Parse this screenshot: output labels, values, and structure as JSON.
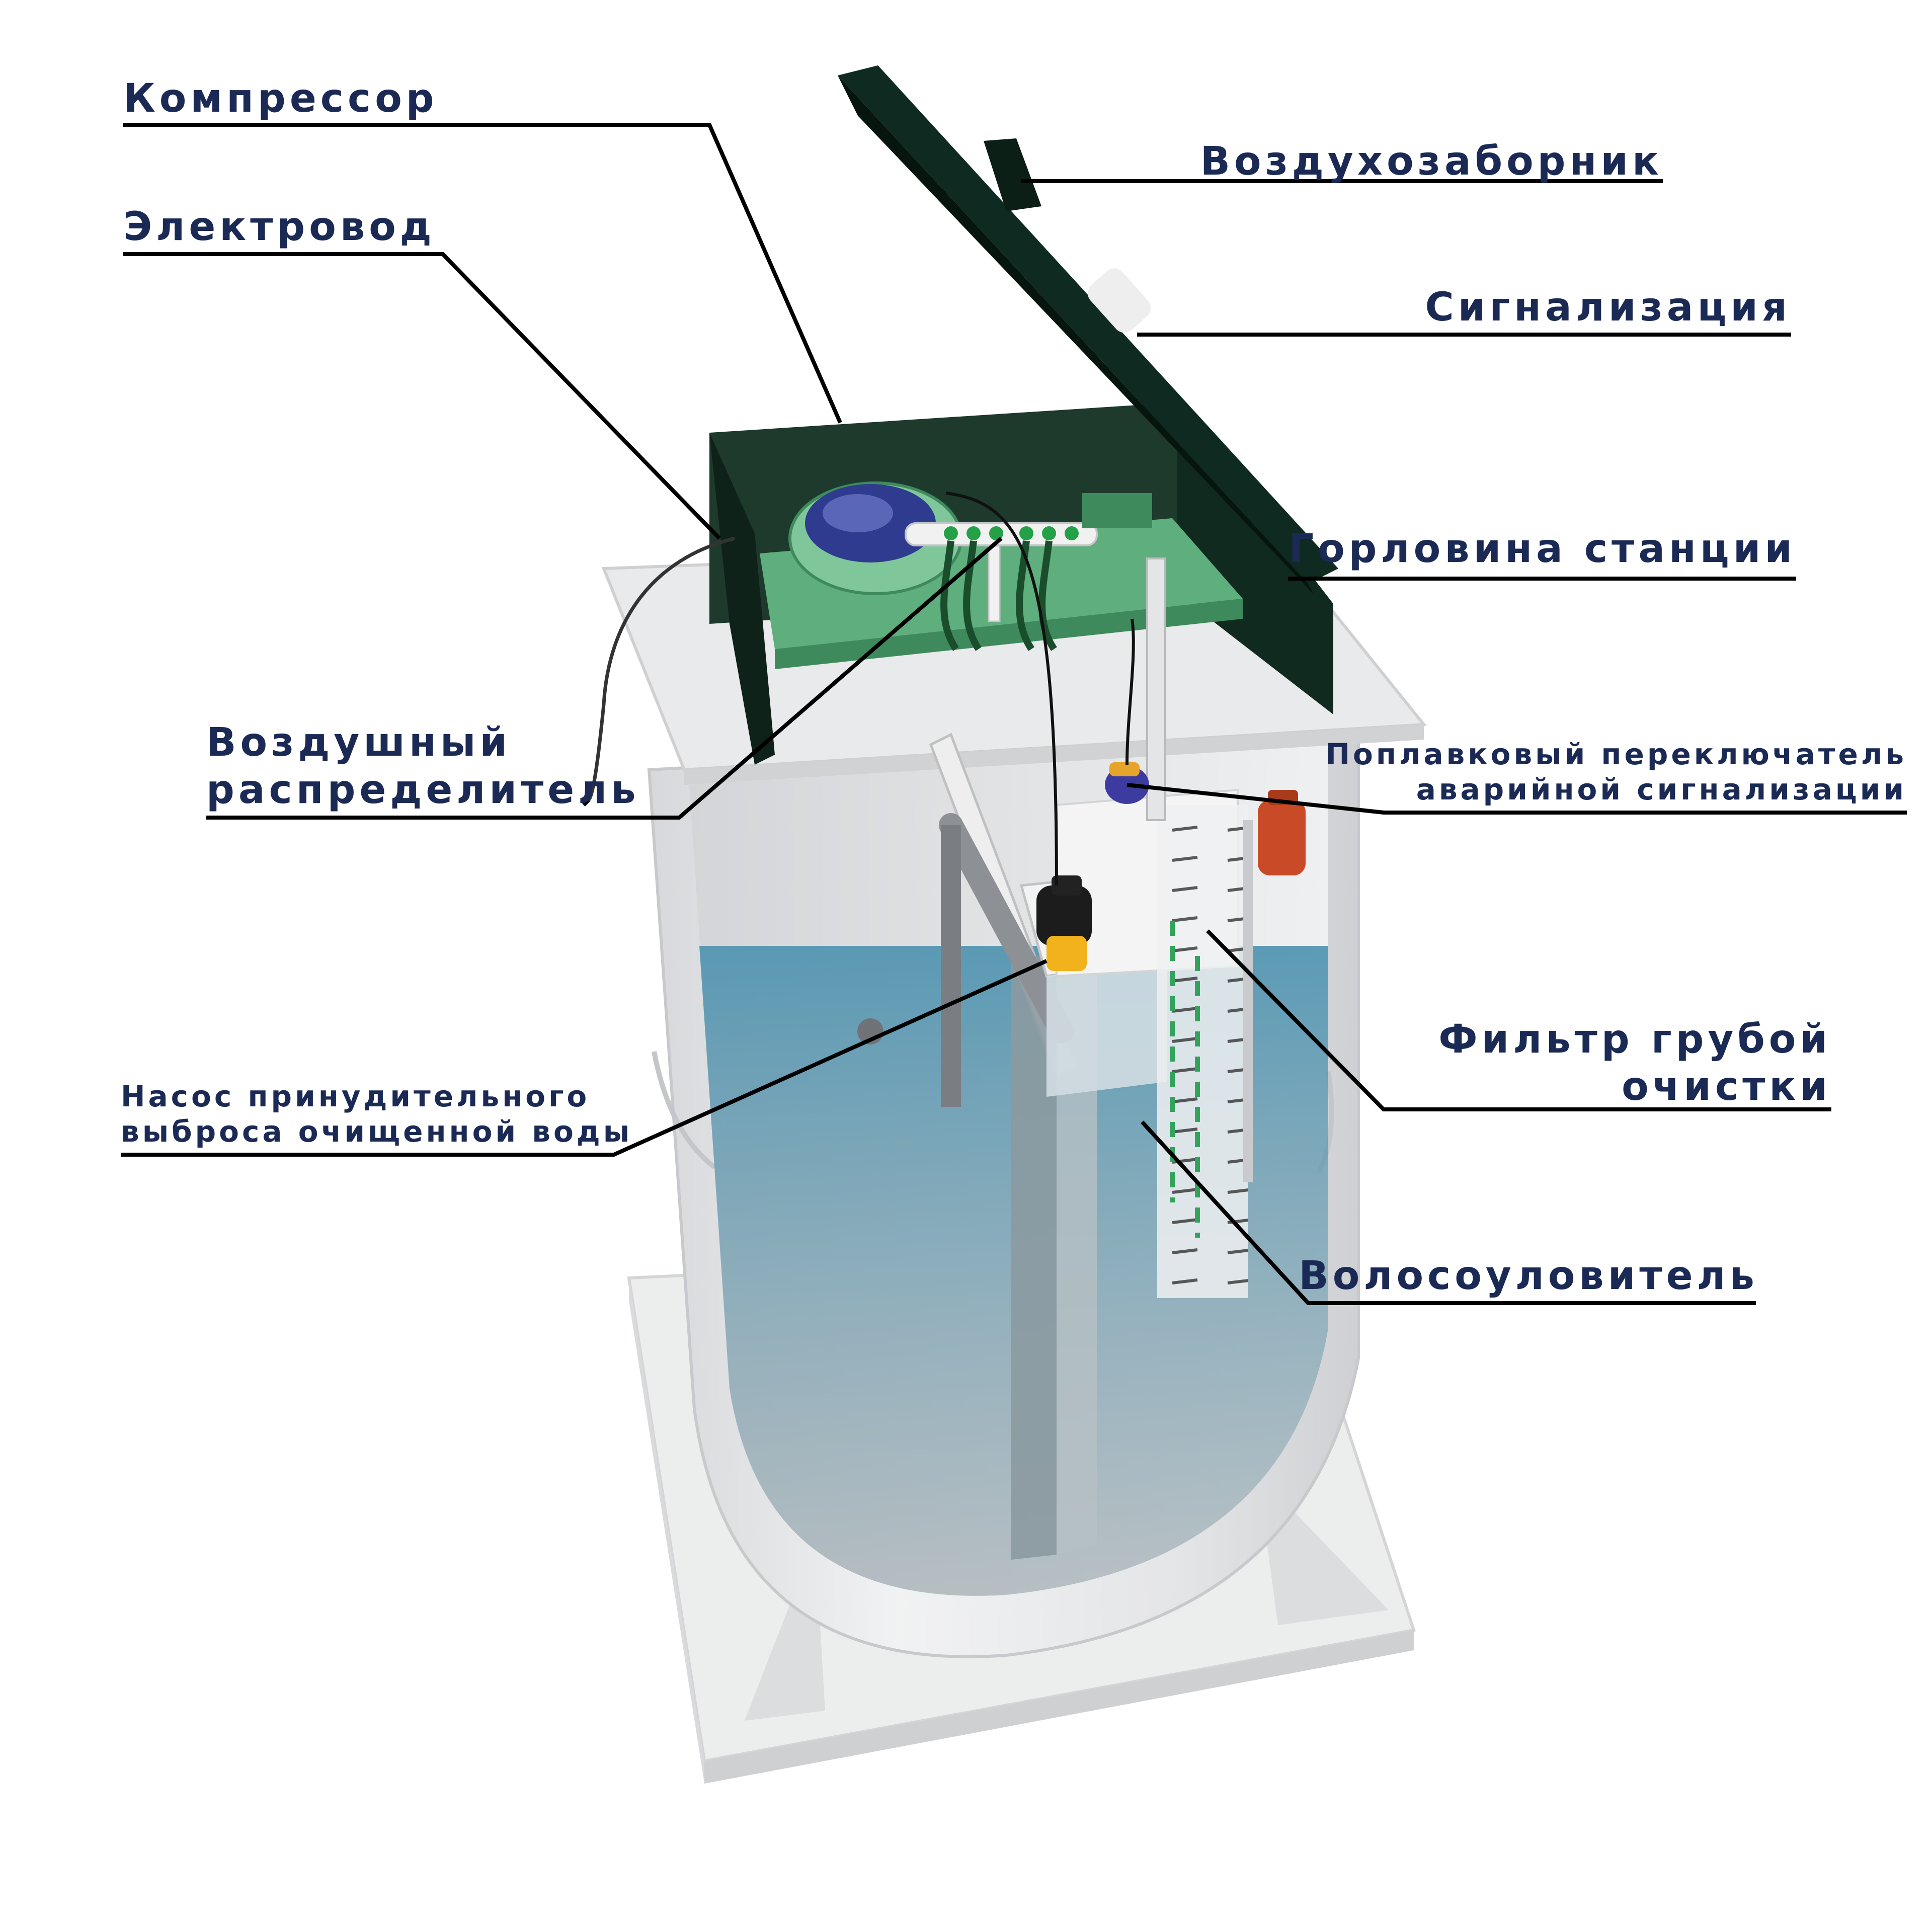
{
  "labels": {
    "kompressor": "Компрессор",
    "elektrovod": "Электровод",
    "vozdushny_1": "Воздушный",
    "vozdushny_2": "распределитель",
    "nasos_1": "Насос принудительного",
    "nasos_2": "выброса очищенной воды",
    "vozduhozabornik": "Воздухозаборник",
    "signalizaciya": "Сигнализация",
    "gorlovina": "Горловина станции",
    "poplavok_1": "Поплавковый переключатель",
    "poplavok_2": "аварийной сигнализации",
    "filtr_1": "Фильтр грубой",
    "filtr_2": "очистки",
    "volosoulovitel": "Волосоуловитель"
  },
  "colors": {
    "label_text": "#1b2a55",
    "leader_line": "#000000",
    "tank_body": "#e6e7e9",
    "water": "#5a9ab3",
    "lid": "#0f2a20",
    "equipment_deck": "#5fae7d",
    "compressor": "#2f3b8f",
    "float_alarm": "#3d3aa0",
    "red_device": "#c94a26",
    "pump": "#f2b21c"
  },
  "icons": [
    "compressor-icon",
    "pump-icon",
    "float-switch-icon",
    "alarm-device-icon"
  ]
}
